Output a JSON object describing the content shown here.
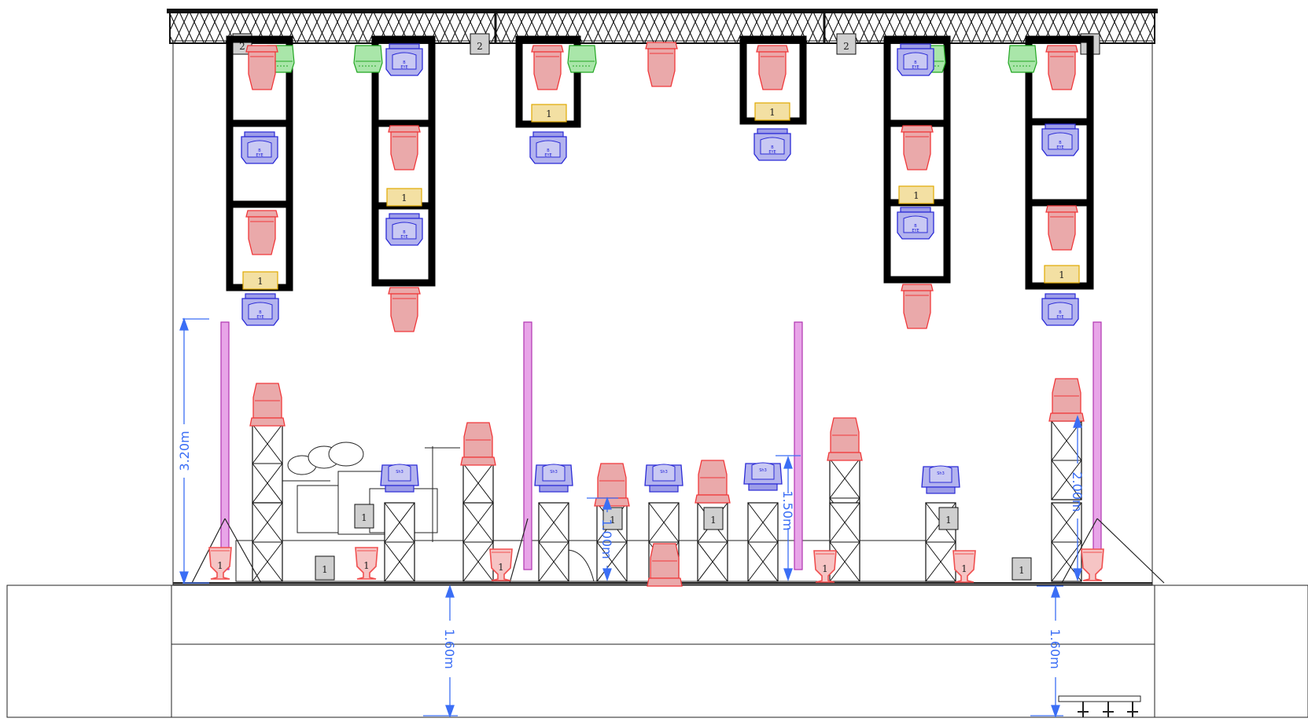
{
  "dimensions": {
    "truss_height": "3.20m",
    "riser_height": "1.50m",
    "tower_height": "1.00m",
    "tower_height_right": "2.00m",
    "stage_height_left": "1.60m",
    "stage_height_right": "1.60m"
  },
  "tags": {
    "hoist": "2",
    "blinder": "1",
    "power": "1",
    "moving_head": "1",
    "wash": "1",
    "light_bar": "1"
  },
  "fixture_labels": {
    "beam_eye": "B\nEYE",
    "spot": "Sh3"
  },
  "colors": {
    "moving_head": "#f25c5c",
    "wash": "#3b3bd9",
    "led_bar": "#3bbf3b",
    "blinder": "#f0c030",
    "dimension": "#3b6ef5",
    "light_pole": "#c845c8",
    "truss": "#111111"
  }
}
